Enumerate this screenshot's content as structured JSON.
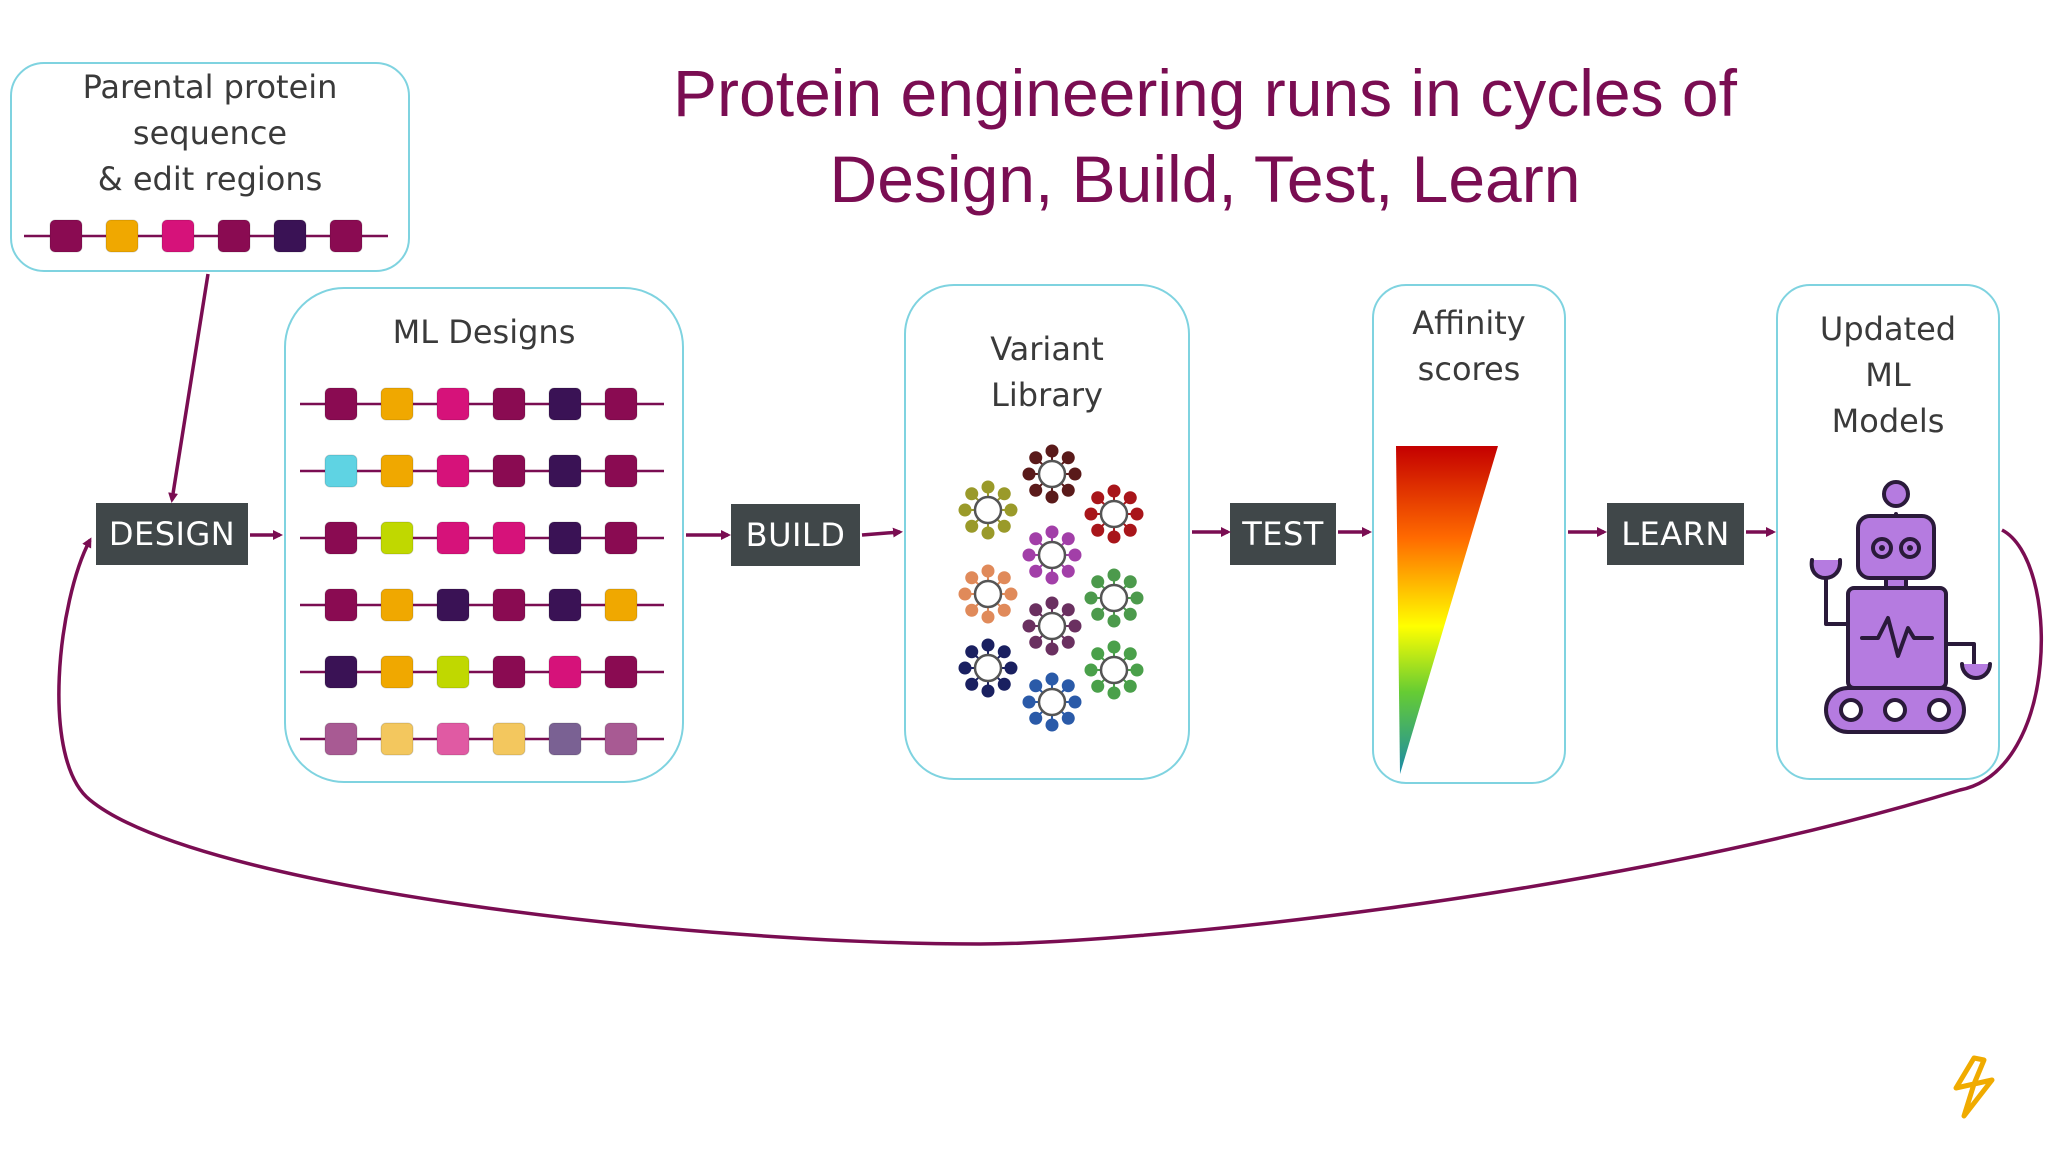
{
  "title": {
    "line1": "Protein engineering runs in cycles of",
    "line2": "Design, Build, Test, Learn"
  },
  "boxes": {
    "parental": {
      "lines": [
        "Parental protein",
        "sequence",
        "& edit regions"
      ]
    },
    "ml_designs": {
      "lines": [
        "ML Designs"
      ]
    },
    "variant_library": {
      "lines": [
        "Variant",
        "Library"
      ]
    },
    "affinity": {
      "lines": [
        "Affinity",
        "scores"
      ]
    },
    "updated_models": {
      "lines": [
        "Updated",
        "ML",
        "Models"
      ]
    }
  },
  "steps": {
    "design": "DESIGN",
    "build": "BUILD",
    "test": "TEST",
    "learn": "LEARN"
  },
  "colors": {
    "accent": "#7a0d52",
    "box_border": "#7fd3e0",
    "step_bg": "#404749",
    "robot": "#b57be0",
    "logo": "#f0ab00"
  },
  "parental_sequence": [
    "#8a0b52",
    "#f0a800",
    "#d6127a",
    "#8a0b52",
    "#3a1255",
    "#8a0b52"
  ],
  "ml_design_sequences": [
    [
      "#8a0b52",
      "#f0a800",
      "#d6127a",
      "#8a0b52",
      "#3a1255",
      "#8a0b52"
    ],
    [
      "#5fd3e3",
      "#f0a800",
      "#d6127a",
      "#8a0b52",
      "#3a1255",
      "#8a0b52"
    ],
    [
      "#8a0b52",
      "#c0d800",
      "#d6127a",
      "#d6127a",
      "#3a1255",
      "#8a0b52"
    ],
    [
      "#8a0b52",
      "#f0a800",
      "#3a1255",
      "#8a0b52",
      "#3a1255",
      "#f0a800"
    ],
    [
      "#3a1255",
      "#f0a800",
      "#c0d800",
      "#8a0b52",
      "#d6127a",
      "#8a0b52"
    ],
    [
      "#a85a93",
      "#f3c75e",
      "#e05aa3",
      "#f3c75e",
      "#7a6193",
      "#a85a93"
    ]
  ],
  "variant_colors": [
    "#5a1a1a",
    "#9a9a2a",
    "#a8151a",
    "#a23fa8",
    "#e08a5a",
    "#4c9a4c",
    "#6a3060",
    "#1a2060",
    "#4aa04a",
    "#2a5aa8"
  ],
  "icons": {
    "robot": "robot-icon",
    "logo": "company-logo-icon",
    "virus": "virus-particle-icon"
  }
}
